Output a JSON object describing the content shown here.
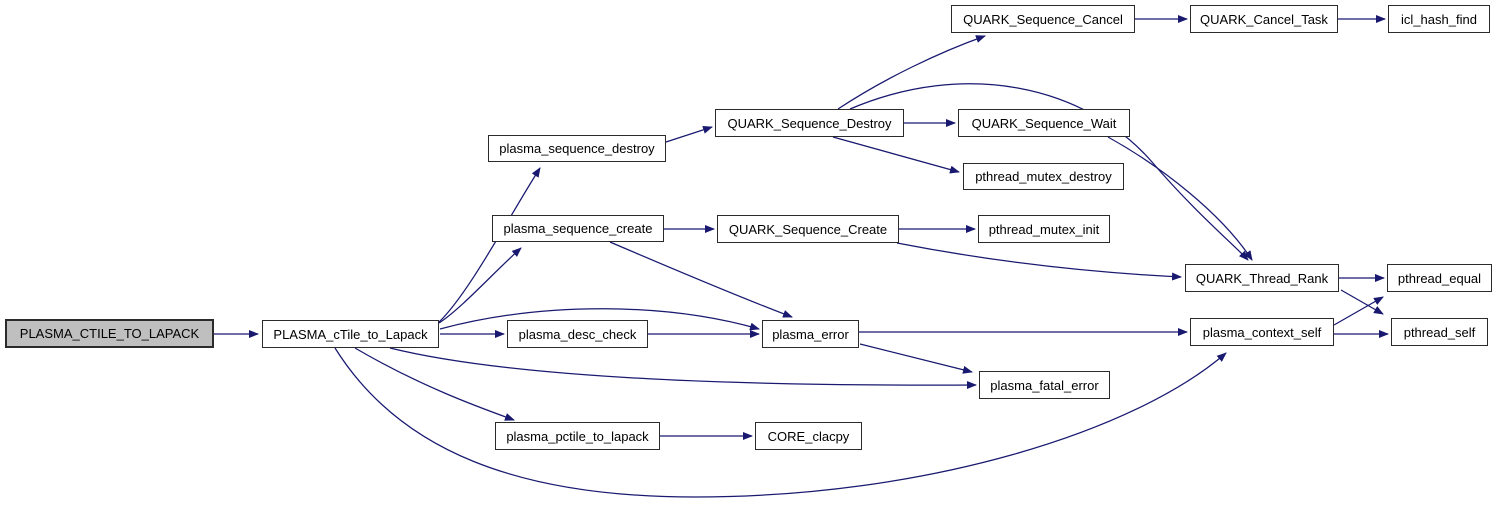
{
  "diagram": {
    "type": "call-graph",
    "background_color": "#ffffff",
    "edge_color": "#191970",
    "node_fill": "#ffffff",
    "node_border_color": "#2b2b2b",
    "highlight_fill": "#bfbfbf",
    "nodes": [
      {
        "id": "ctile_caps",
        "label": "PLASMA_CTILE_TO_LAPACK",
        "highlighted": true
      },
      {
        "id": "ctile_fn",
        "label": "PLASMA_cTile_to_Lapack",
        "highlighted": false
      },
      {
        "id": "seq_destroy",
        "label": "plasma_sequence_destroy",
        "highlighted": false
      },
      {
        "id": "seq_create",
        "label": "plasma_sequence_create",
        "highlighted": false
      },
      {
        "id": "desc_check",
        "label": "plasma_desc_check",
        "highlighted": false
      },
      {
        "id": "pctile",
        "label": "plasma_pctile_to_lapack",
        "highlighted": false
      },
      {
        "id": "q_seq_destroy",
        "label": "QUARK_Sequence_Destroy",
        "highlighted": false
      },
      {
        "id": "q_seq_create",
        "label": "QUARK_Sequence_Create",
        "highlighted": false
      },
      {
        "id": "error",
        "label": "plasma_error",
        "highlighted": false
      },
      {
        "id": "clacpy",
        "label": "CORE_clacpy",
        "highlighted": false
      },
      {
        "id": "q_cancel",
        "label": "QUARK_Sequence_Cancel",
        "highlighted": false
      },
      {
        "id": "q_wait",
        "label": "QUARK_Sequence_Wait",
        "highlighted": false
      },
      {
        "id": "mutex_destroy",
        "label": "pthread_mutex_destroy",
        "highlighted": false
      },
      {
        "id": "mutex_init",
        "label": "pthread_mutex_init",
        "highlighted": false
      },
      {
        "id": "fatal",
        "label": "plasma_fatal_error",
        "highlighted": false
      },
      {
        "id": "q_cancel_task",
        "label": "QUARK_Cancel_Task",
        "highlighted": false
      },
      {
        "id": "thread_rank",
        "label": "QUARK_Thread_Rank",
        "highlighted": false
      },
      {
        "id": "context_self",
        "label": "plasma_context_self",
        "highlighted": false
      },
      {
        "id": "icl_hash",
        "label": "icl_hash_find",
        "highlighted": false
      },
      {
        "id": "pt_equal",
        "label": "pthread_equal",
        "highlighted": false
      },
      {
        "id": "pt_self",
        "label": "pthread_self",
        "highlighted": false
      }
    ],
    "edges": [
      {
        "from": "ctile_caps",
        "to": "ctile_fn"
      },
      {
        "from": "ctile_fn",
        "to": "seq_destroy"
      },
      {
        "from": "ctile_fn",
        "to": "seq_create"
      },
      {
        "from": "ctile_fn",
        "to": "desc_check"
      },
      {
        "from": "ctile_fn",
        "to": "error"
      },
      {
        "from": "ctile_fn",
        "to": "fatal"
      },
      {
        "from": "ctile_fn",
        "to": "pctile"
      },
      {
        "from": "ctile_fn",
        "to": "context_self"
      },
      {
        "from": "seq_destroy",
        "to": "q_seq_destroy"
      },
      {
        "from": "q_seq_destroy",
        "to": "q_cancel"
      },
      {
        "from": "q_seq_destroy",
        "to": "q_wait"
      },
      {
        "from": "q_seq_destroy",
        "to": "mutex_destroy"
      },
      {
        "from": "q_seq_destroy",
        "to": "thread_rank"
      },
      {
        "from": "q_cancel",
        "to": "q_cancel_task"
      },
      {
        "from": "q_cancel_task",
        "to": "icl_hash"
      },
      {
        "from": "q_wait",
        "to": "thread_rank"
      },
      {
        "from": "seq_create",
        "to": "q_seq_create"
      },
      {
        "from": "seq_create",
        "to": "error"
      },
      {
        "from": "q_seq_create",
        "to": "mutex_init"
      },
      {
        "from": "q_seq_create",
        "to": "thread_rank"
      },
      {
        "from": "desc_check",
        "to": "error"
      },
      {
        "from": "error",
        "to": "context_self"
      },
      {
        "from": "error",
        "to": "fatal"
      },
      {
        "from": "thread_rank",
        "to": "pt_equal"
      },
      {
        "from": "thread_rank",
        "to": "pt_self"
      },
      {
        "from": "context_self",
        "to": "pt_equal"
      },
      {
        "from": "context_self",
        "to": "pt_self"
      },
      {
        "from": "pctile",
        "to": "clacpy"
      }
    ]
  }
}
